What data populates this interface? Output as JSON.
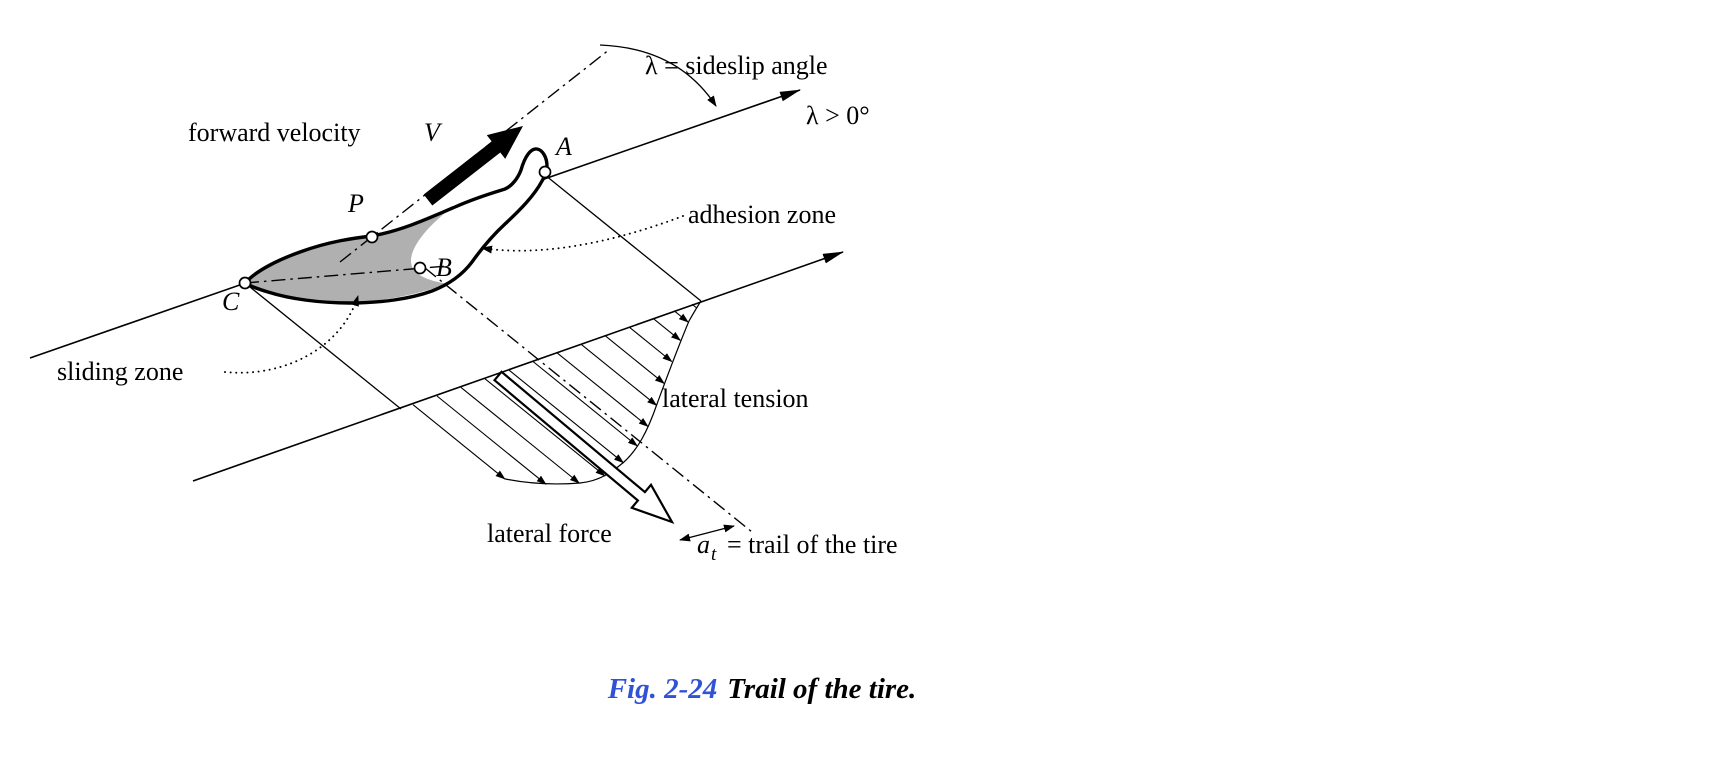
{
  "figure": {
    "caption": {
      "fig_label": "Fig. 2-24",
      "title": "Trail of the tire."
    },
    "colors": {
      "caption_blue": "#3152d6",
      "sliding_gray": "#b0b0b0"
    }
  },
  "labels": {
    "sideslip_angle": "λ = sideslip angle",
    "lambda_positive": "λ > 0°",
    "forward_velocity": "forward velocity",
    "velocity_symbol": "V",
    "adhesion_zone": "adhesion zone",
    "sliding_zone": "sliding zone",
    "lateral_tension": "lateral tension",
    "lateral_force": "lateral force",
    "trail_symbol": "a",
    "trail_subscript": "t",
    "trail_equals_text": "= trail of the tire"
  },
  "points": {
    "A": "A",
    "P": "P",
    "B": "B",
    "C": "C"
  }
}
